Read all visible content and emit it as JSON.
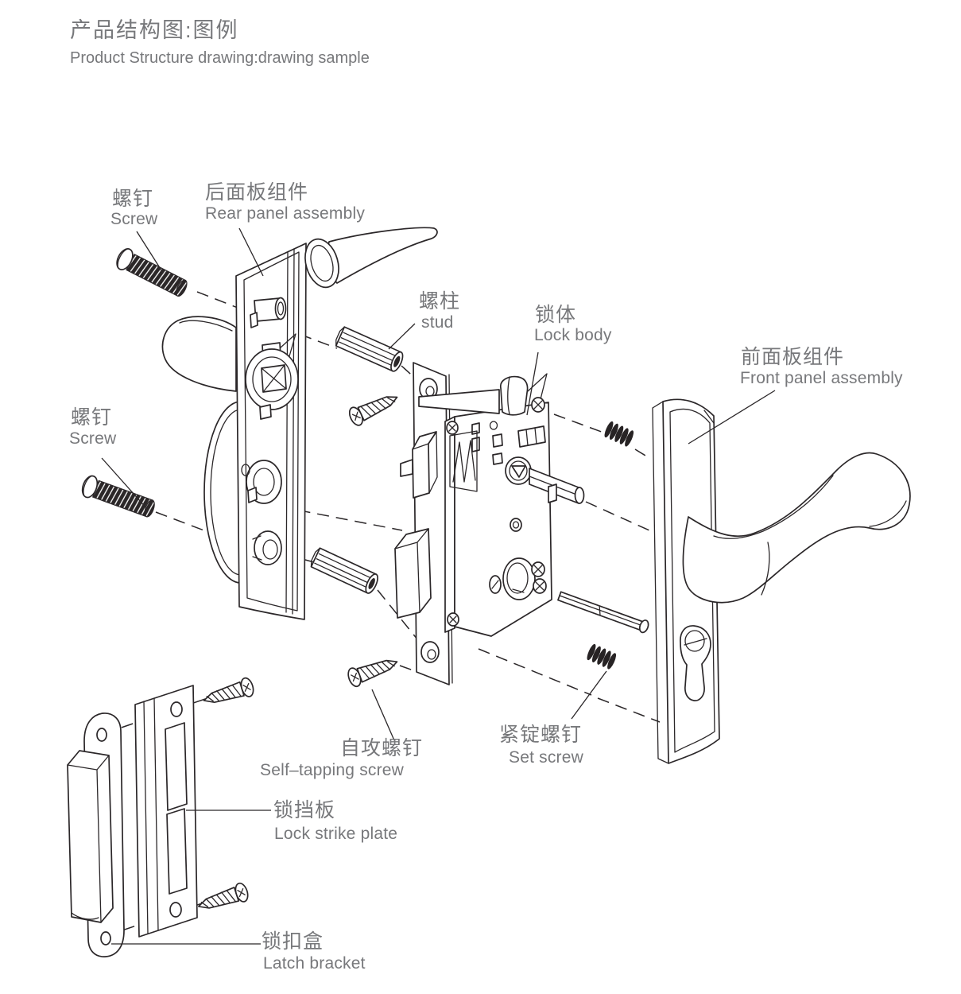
{
  "title": {
    "cn": "产品结构图:图例",
    "en": "Product Structure drawing:drawing sample"
  },
  "labels": {
    "screw_top": {
      "cn": "螺钉",
      "en": "Screw"
    },
    "rear_panel": {
      "cn": "后面板组件",
      "en": "Rear panel assembly"
    },
    "stud": {
      "cn": "螺柱",
      "en": "stud"
    },
    "lock_body": {
      "cn": "锁体",
      "en": "Lock body"
    },
    "front_panel": {
      "cn": "前面板组件",
      "en": "Front panel assembly"
    },
    "screw_left": {
      "cn": "螺钉",
      "en": "Screw"
    },
    "self_tapping": {
      "cn": "自攻螺钉",
      "en": "Self–tapping screw"
    },
    "set_screw": {
      "cn": "紧锭螺钉",
      "en": "Set screw"
    },
    "strike_plate": {
      "cn": "锁挡板",
      "en": "Lock strike plate"
    },
    "latch_bracket": {
      "cn": "锁扣盒",
      "en": "Latch bracket"
    }
  },
  "colors": {
    "line": "#2b2729",
    "label_text": "#77787b",
    "background": "#ffffff"
  }
}
